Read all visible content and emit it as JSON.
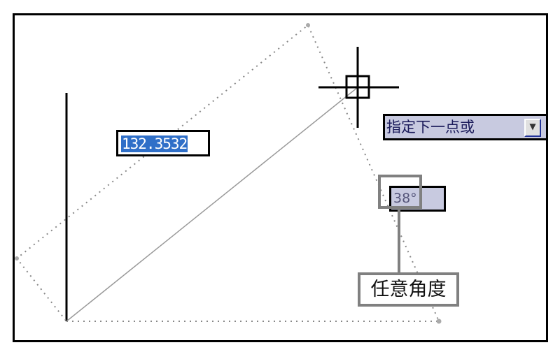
{
  "dynamic_input": {
    "distance": "132.3532",
    "prompt": "指定下一点或",
    "prompt_button_icon": "down-arrow-icon",
    "angle": "38°"
  },
  "annotation": {
    "label": "任意角度"
  }
}
